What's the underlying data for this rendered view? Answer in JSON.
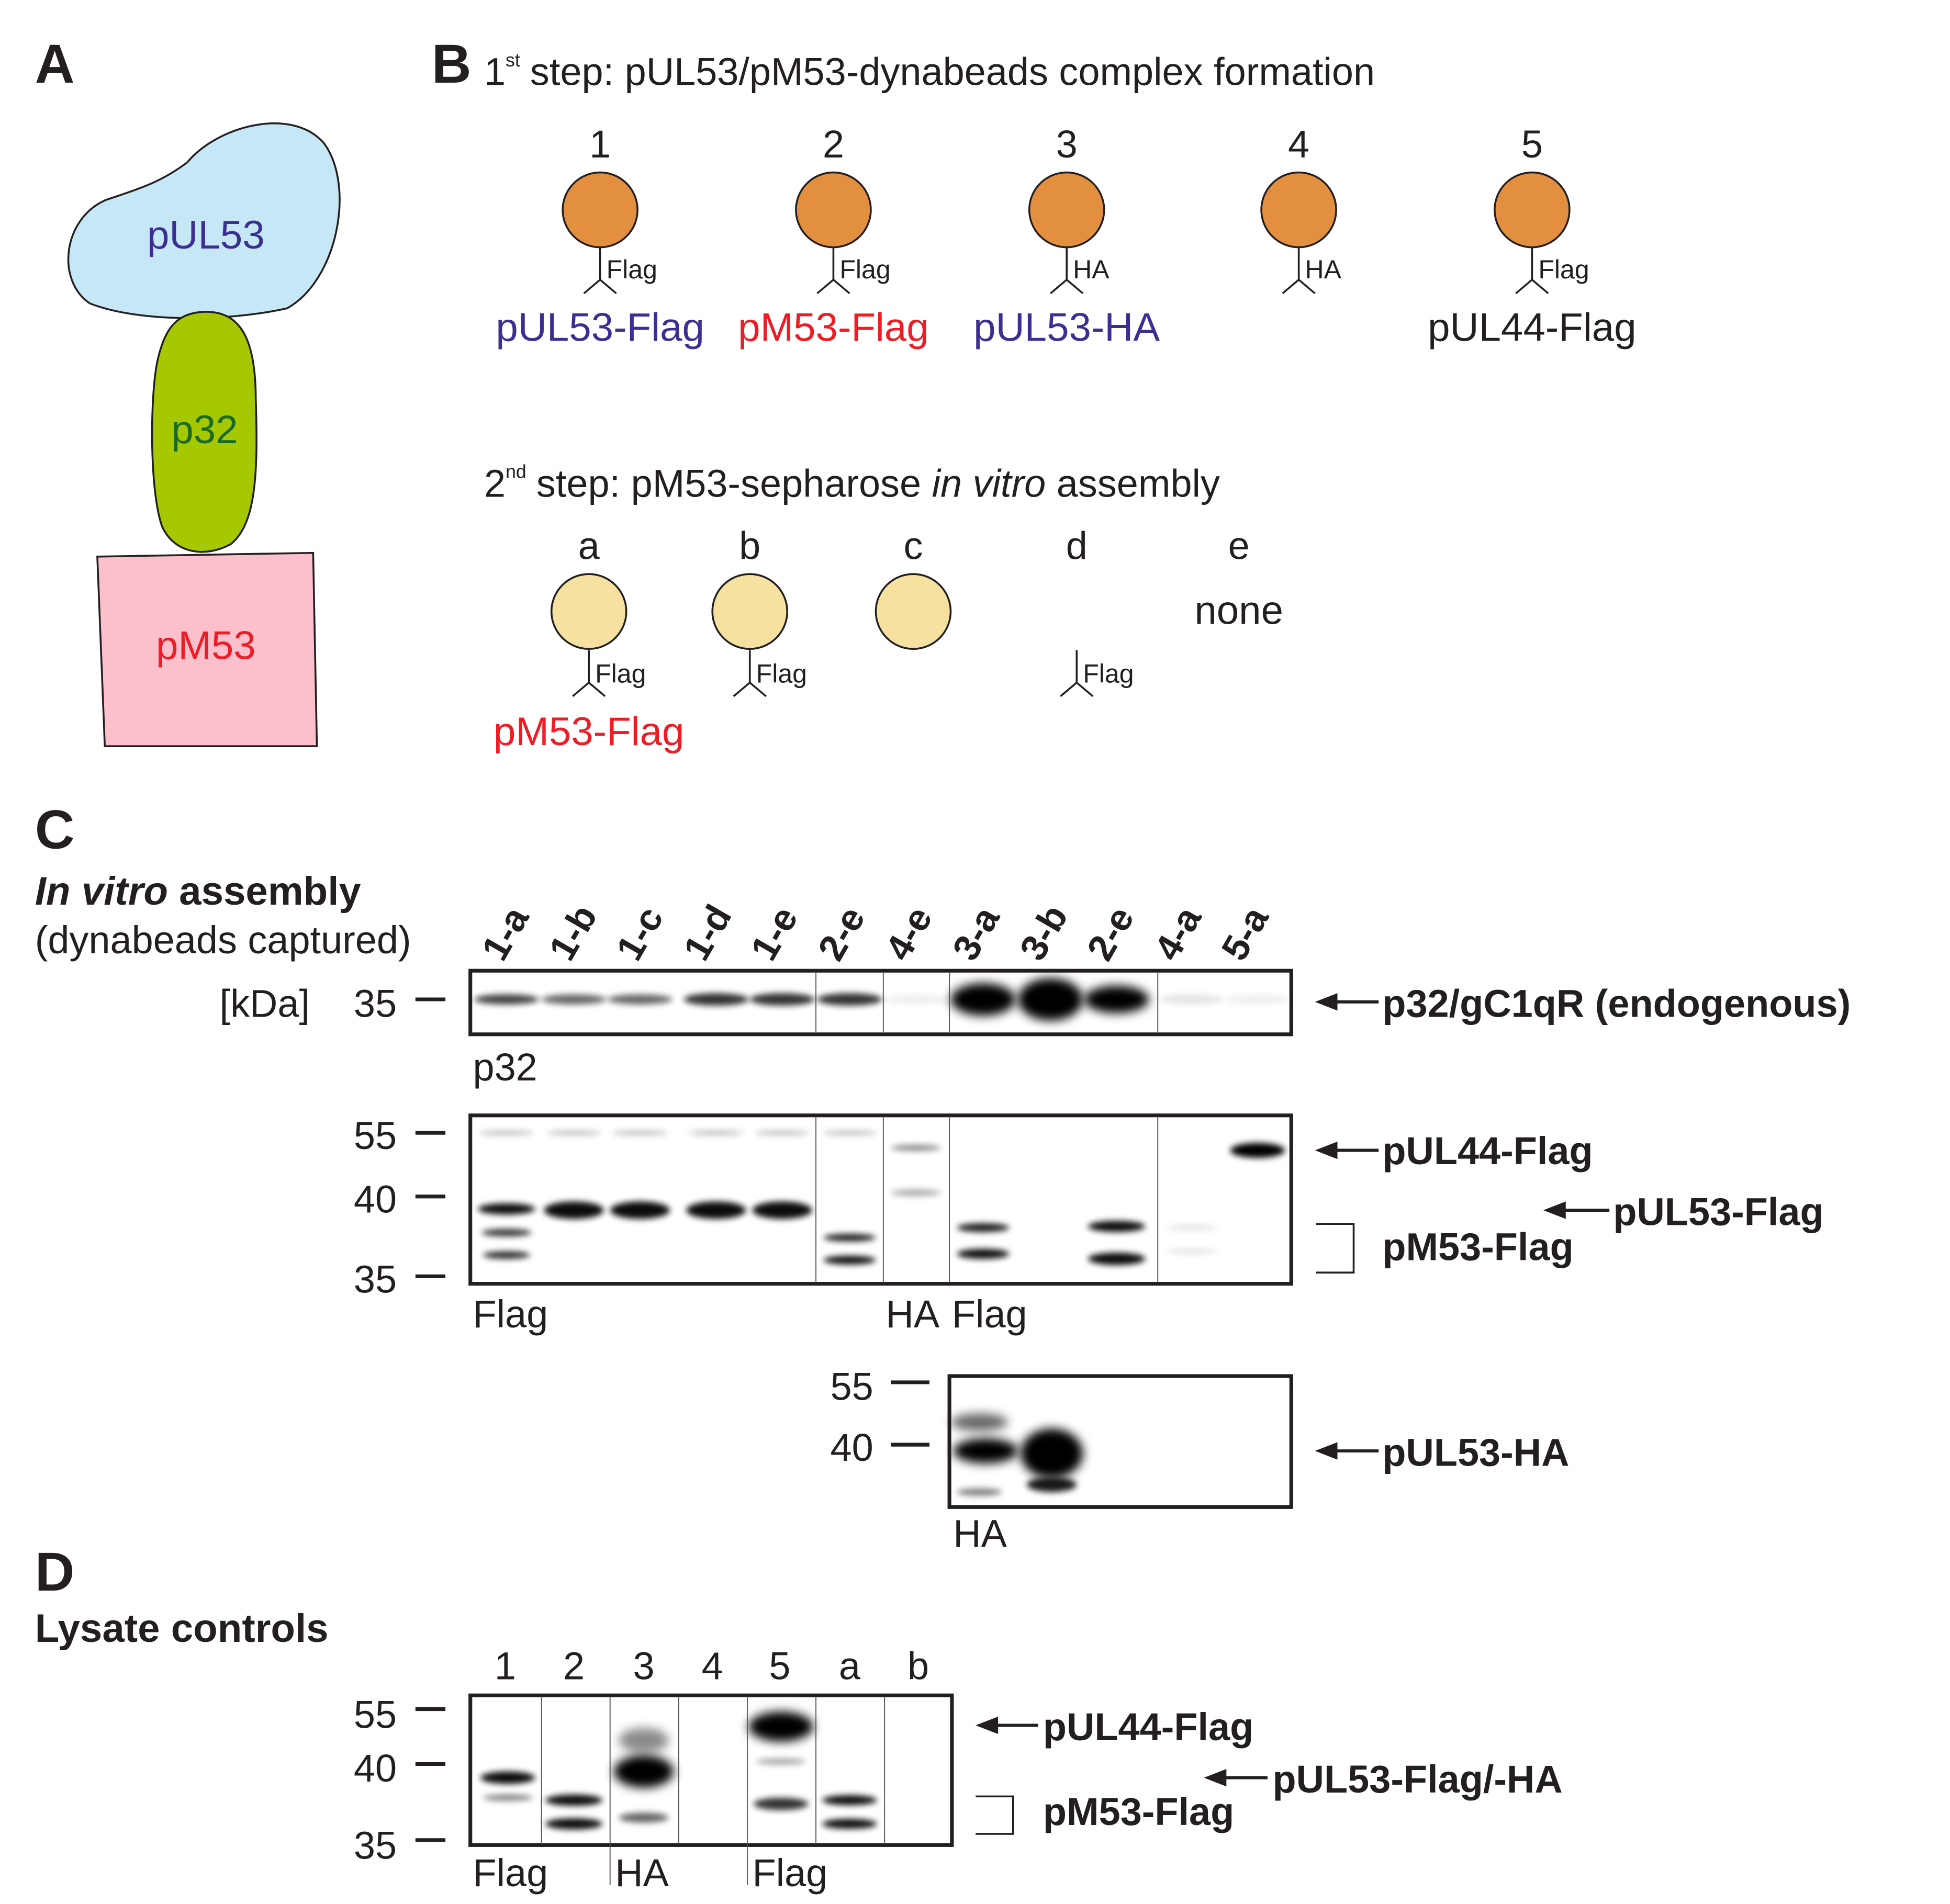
{
  "panel_letters": {
    "a": "A",
    "b": "B",
    "c": "C",
    "d": "D"
  },
  "colors": {
    "pul53_blob": "#c6e7f5",
    "p32_blob": "#a5c800",
    "pm53_box": "#fbc0cc",
    "dynabead": "#e28f3f",
    "sepharose": "#f7e1a0",
    "pul53_text": "#3b3092",
    "p32_text": "#1a6a24",
    "pm53_text": "#ee1c25",
    "black": "#000000"
  },
  "panel_a": {
    "pul53": "pUL53",
    "p32": "p32",
    "pm53": "pM53"
  },
  "panel_b": {
    "step1_num": "1",
    "step1_sup": "st",
    "step1_text": "step: pUL53/pM53-dynabeads complex formation",
    "step1_items": [
      {
        "num": "1",
        "tag": "Flag",
        "label": "pUL53-Flag",
        "label_color": "#3b3092"
      },
      {
        "num": "2",
        "tag": "Flag",
        "label": "pM53-Flag",
        "label_color": "#ee1c25"
      },
      {
        "num": "3",
        "tag": "HA",
        "label": "pUL53-HA",
        "label_color": "#3b3092"
      },
      {
        "num": "4",
        "tag": "HA",
        "label": "",
        "label_color": "#231f20"
      },
      {
        "num": "5",
        "tag": "Flag",
        "label": "pUL44-Flag",
        "label_color": "#231f20"
      }
    ],
    "step2_num": "2",
    "step2_sup": "nd",
    "step2_text_pre": "step: pM53-sepharose ",
    "step2_text_italic": "in vitro",
    "step2_text_post": " assembly",
    "step2_items": [
      {
        "letter": "a",
        "bead": true,
        "tag": "Flag",
        "label": "pM53-Flag"
      },
      {
        "letter": "b",
        "bead": true,
        "tag": "Flag",
        "label": ""
      },
      {
        "letter": "c",
        "bead": true,
        "tag": "",
        "label": ""
      },
      {
        "letter": "d",
        "bead": false,
        "tag": "Flag",
        "label": ""
      },
      {
        "letter": "e",
        "bead": false,
        "tag": "",
        "label": "none"
      }
    ]
  },
  "panel_c": {
    "title_italic": "In vitro",
    "title_rest": " assembly",
    "subtitle": "(dynabeads captured)",
    "kda_label": "[kDa]",
    "lanes": [
      "1-a",
      "1-b",
      "1-c",
      "1-d",
      "1-e",
      "2-e",
      "4-e",
      "3-a",
      "3-b",
      "2-e",
      "4-a",
      "5-a"
    ],
    "blot1": {
      "marker": "35",
      "antibody": "p32",
      "arrow_label": "p32/gC1qR (endogenous)"
    },
    "blot2": {
      "markers": [
        "55",
        "40",
        "35"
      ],
      "antibodies": [
        "Flag",
        "HA",
        "Flag"
      ],
      "arrow_labels": {
        "pul44": "pUL44-Flag",
        "pul53": "pUL53-Flag",
        "pm53": "pM53-Flag"
      }
    },
    "blot3": {
      "markers": [
        "55",
        "40"
      ],
      "antibody": "HA",
      "arrow_label": "pUL53-HA"
    }
  },
  "panel_d": {
    "title": "Lysate controls",
    "lanes": [
      "1",
      "2",
      "3",
      "4",
      "5",
      "a",
      "b"
    ],
    "markers": [
      "55",
      "40",
      "35"
    ],
    "antibodies": [
      "Flag",
      "HA",
      "Flag"
    ],
    "arrow_labels": {
      "pul44": "pUL44-Flag",
      "pul53": "pUL53-Flag/-HA",
      "pm53": "pM53-Flag"
    }
  }
}
